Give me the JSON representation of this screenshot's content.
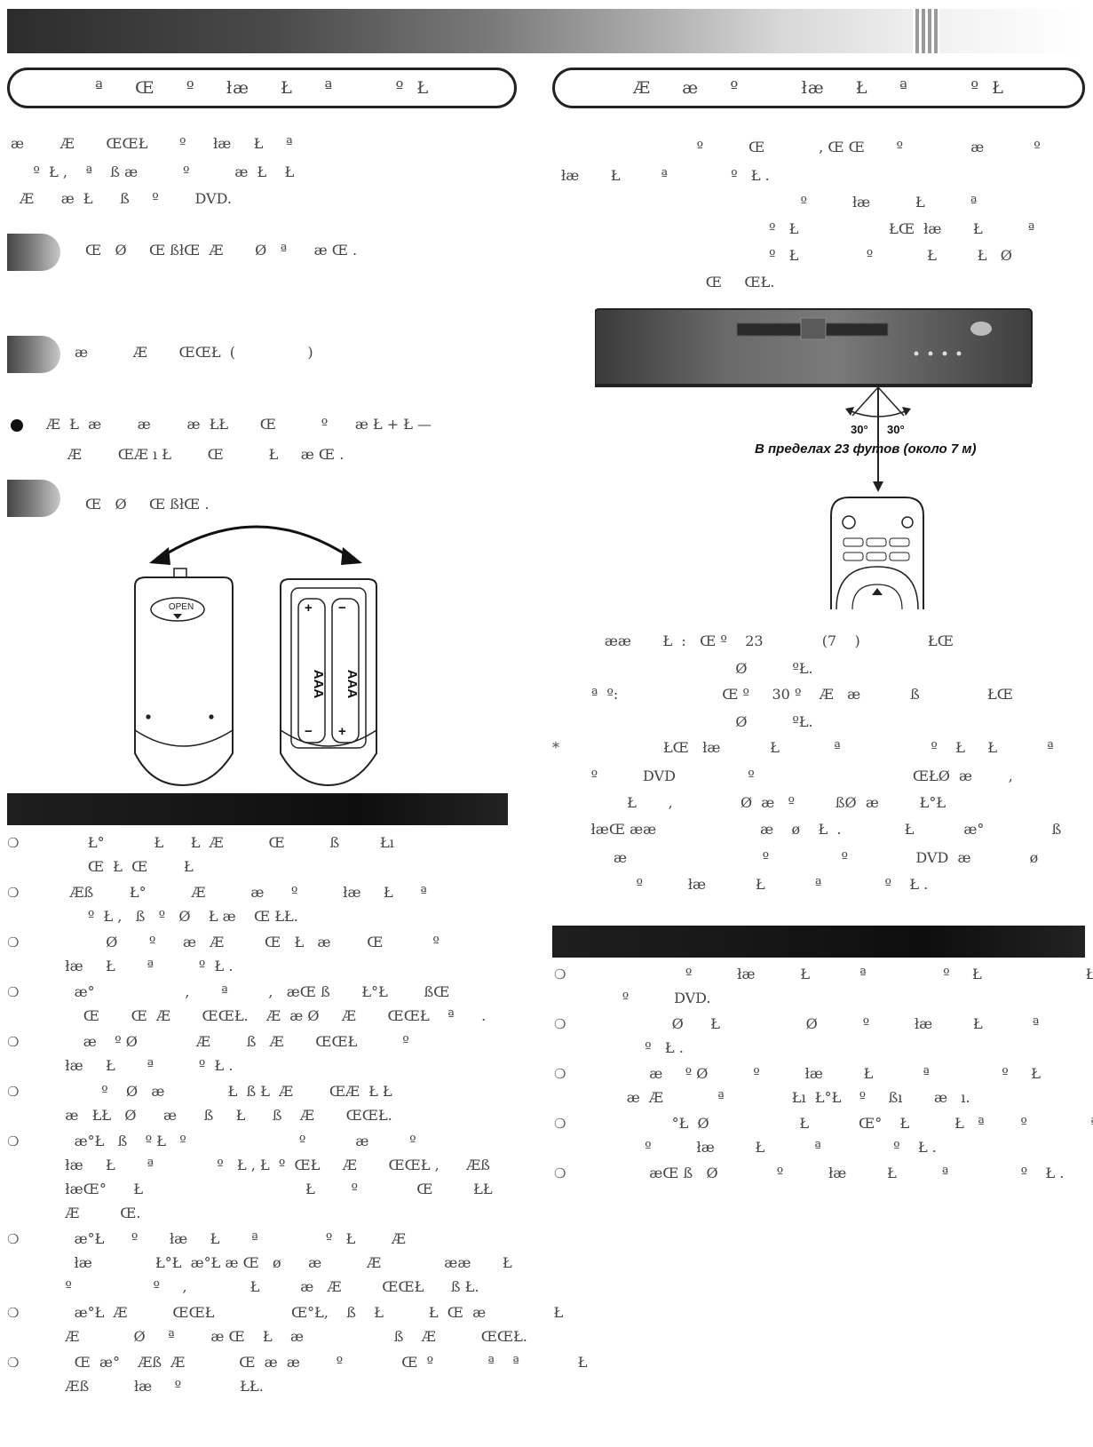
{
  "header": {
    "left_title": "ª     Œ     º     łæ     Ł     ª          º  Ł",
    "right_title": "Æ     æ     º          łæ     Ł     ª          º  Ł"
  },
  "left": {
    "intro": [
      "æ        Æ       ŒŒŁ       º      łæ     Ł     ª",
      "     º  Ł ,    ª    ß æ          º          æ  Ł    Ł",
      "  Æ      æ  Ł      ß     º        DVD."
    ],
    "step1": "Œ   Ø     Œ ßłŒ  Æ       Ø   ª      æ Œ .",
    "step2": "æ          Æ       ŒŒŁ  (                )",
    "note": [
      "Æ  Ł  æ        æ        æ  ŁŁ       Œ          º      æ Ł + Ł —",
      "Æ        ŒÆ ı Ł        Œ          Ł     æ Œ ."
    ],
    "step3": "Œ   Ø     Œ ßłŒ .",
    "battery": {
      "open_label": "OPEN",
      "battery1": "AAA",
      "battery2": "AAA",
      "plus": "+",
      "minus": "−"
    },
    "list": [
      [
        "          Ł°           Ł      Ł  Æ          Œ          ß         Łı",
        "          Œ  Ł  Œ        Ł"
      ],
      [
        "      Æß        Ł°          Æ          æ      º          łæ     Ł      ª",
        "          º  Ł ,   ß   º   Ø    Ł æ    Œ ŁŁ."
      ],
      [
        "              Ø       º      æ   Æ         Œ   Ł   æ        Œ           º",
        "     łæ     Ł       ª          º  Ł ."
      ],
      [
        "       æ°                    ,       ª         ,   æŒ ß       Ł°Ł        ßŒ",
        "         Œ       Œ  Æ       ŒŒŁ.    Æ  æ Ø     Æ       ŒŒŁ    ª      ."
      ],
      [
        "         æ    º Ø             Æ        ß   Æ       ŒŒŁ          º",
        "     łæ     Ł       ª          º  Ł ."
      ],
      [
        "             º    Ø   æ              Ł  ß Ł  Æ        ŒÆ  Ł Ł",
        "     æ   ŁŁ   Ø      æ      ß     Ł      ß    Æ       ŒŒŁ."
      ],
      [
        "       æ°Ł   ß    º Ł   º                         º           æ         º",
        "     łæ     Ł       ª              º   Ł , Ł  º  ŒŁ     Æ       ŒŒŁ ,      Æß",
        "     łæŒ°      Ł                                    Ł        º             Œ         ŁŁ",
        "     Æ         Œ."
      ],
      [
        "       æ°Ł      º       łæ     Ł       ª               º   Ł        Æ",
        "       łæ              Ł°Ł  æ°Ł æ Œ   ø      æ          Æ              ææ       Ł",
        "     º                  º     ,              Ł         æ   Æ         ŒŒŁ      ß Ł."
      ],
      [
        "       æ°Ł  Æ          ŒŒŁ                 Œ°Ł,    ß    Ł          Ł  Œ  æ               Ł",
        "     Æ            Ø     ª        æ Œ    Ł    æ                    ß    Æ          ŒŒŁ."
      ],
      [
        "       Œ  æ°    Æß  Æ            Œ  æ  æ        º             Œ  º            ª    ª             Ł",
        "     Æß          łæ     º             ŁŁ."
      ]
    ]
  },
  "right": {
    "intro": [
      "                              º          Œ            , Œ Œ       º               æ           º",
      "łæ       Ł         ª              º   Ł .",
      "                                                     º          łæ          Ł          ª",
      "                                              º   Ł                    ŁŒ  łæ       Ł          ª",
      "                                              º   Ł               º            Ł         Ł   Ø",
      "                                Œ     ŒŁ."
    ],
    "diagram": {
      "angle_left": "30°",
      "angle_right": "30°",
      "range_caption": "В пределах 23 футов (около 7 м)"
    },
    "notes": [
      "          ææ       Ł  :   Œ º    23             (7    )               ŁŒ",
      "                                       Ø          ºŁ.",
      "       ª  º:                       Œ º     30 º    Æ   æ           ß               ŁŒ",
      "                                       Ø          ºŁ.",
      "*                       ŁŒ   łæ           Ł            ª                    º    Ł     Ł           ª",
      "       º          DVD                º                                   ŒŁØ  æ        ,",
      "               Ł       ,               Ø  æ   º         ßØ  æ         Ł°Ł",
      "       łæŒ ææ                       æ    ø    Ł  .              Ł           æ°               ß",
      "            æ                              º                º               DVD  æ             ø",
      "                 º          łæ           Ł           ª              º    Ł ."
    ],
    "list": [
      [
        "                      º          łæ          Ł           ª                 º     Ł                       ŁŒ",
        "        º          DVD."
      ],
      [
        "                   Ø      Ł                   Ø          º          łæ         Ł           ª",
        "             º   Ł ."
      ],
      [
        "              æ     º Ø          º          łæ         Ł           ª                º     Ł",
        "         æ  Æ            ª               Łı  Ł°Ł    º     ßı       æ   ı."
      ],
      [
        "                   °Ł  Ø                    Ł           Œ°    Ł          Ł   ª        º              ª",
        "             º          łæ         Ł           ª                º    Ł ."
      ],
      [
        "              æŒ ß   Ø             º          łæ         Ł          ª                º    Ł ."
      ]
    ]
  }
}
